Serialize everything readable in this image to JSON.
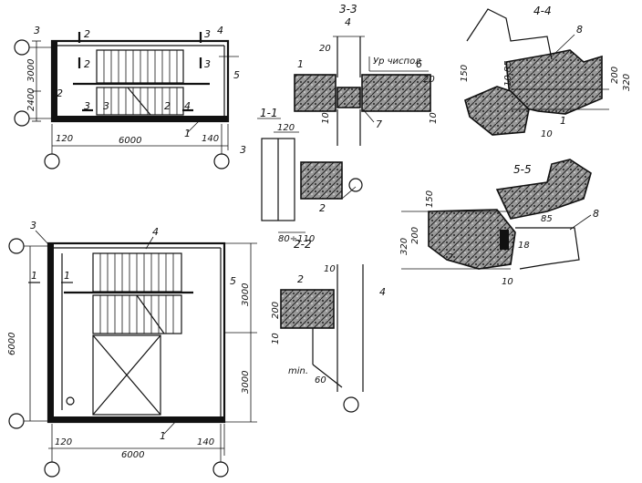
{
  "marks": {
    "1": "1",
    "2": "2",
    "3": "3",
    "4": "4",
    "5": "5",
    "6": "6",
    "7": "7",
    "8": "8"
  },
  "sections": {
    "s11": "1-1",
    "s22": "2-2",
    "s33": "3-3",
    "s44": "4-4",
    "s55": "5-5"
  },
  "dims": {
    "d120": "120",
    "d6000": "6000",
    "d140": "140",
    "d2400": "2400",
    "d3000": "3000",
    "d20": "20",
    "d10": "10",
    "d80_110": "80÷110",
    "d200": "200",
    "d60": "60",
    "dmin": "min.",
    "d150": "150",
    "d320": "320",
    "d85": "85",
    "d18": "18",
    "d10_85": "10,85",
    "floor_level": "Ур чиспол"
  },
  "colors": {
    "ink": "#111111",
    "paper": "#ffffff"
  }
}
